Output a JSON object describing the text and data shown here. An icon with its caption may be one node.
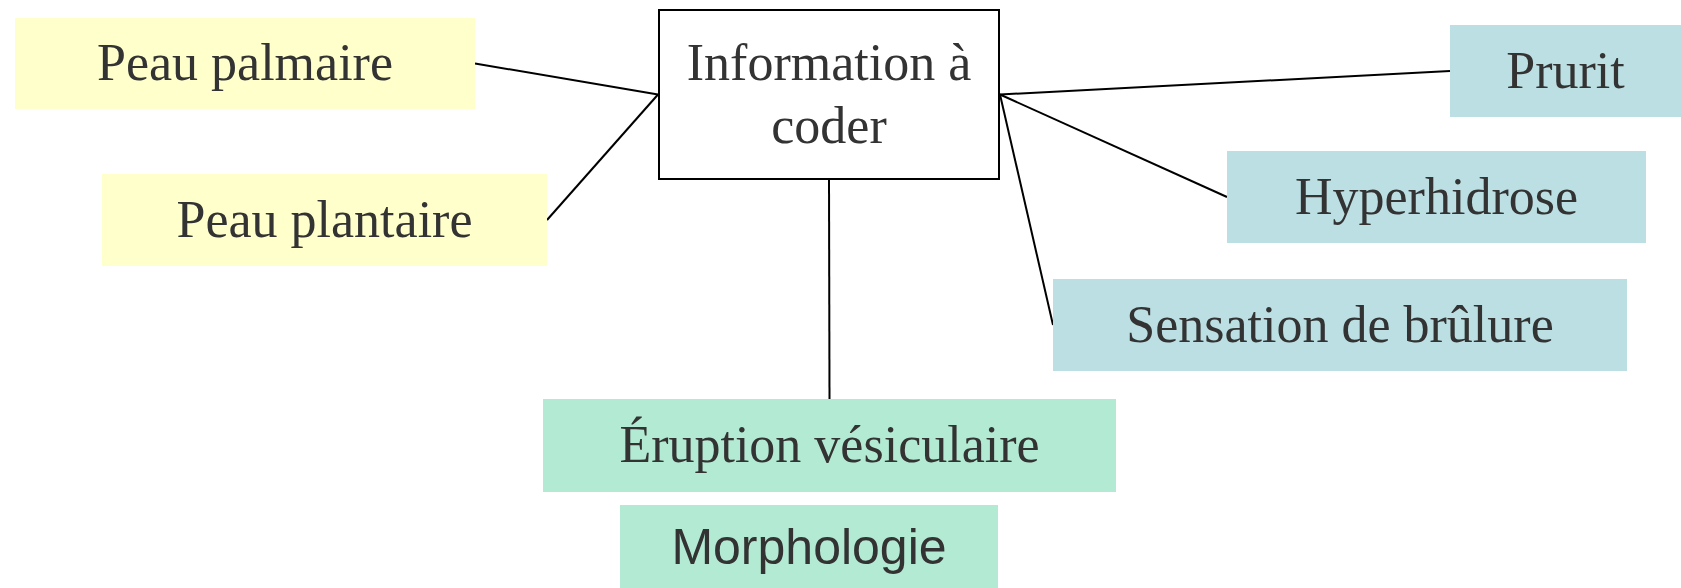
{
  "diagram": {
    "nodes": [
      {
        "text": [
          "Information à coder"
        ]
      },
      {
        "text": [
          "Peau palmaire"
        ]
      },
      {
        "text": [
          "Peau plantaire"
        ]
      },
      {
        "text": [
          "Prurit"
        ]
      },
      {
        "text": [
          "Hyperhidrose"
        ]
      },
      {
        "text": [
          "Sensation de brûlure"
        ]
      },
      {
        "text": [
          "Éruption vésiculaire"
        ]
      },
      {
        "text": [
          "Morphologie"
        ]
      }
    ],
    "edges": [
      {
        "from": 0,
        "to": 1,
        "arrow": "none"
      },
      {
        "from": 0,
        "to": 2,
        "arrow": "none"
      },
      {
        "from": 0,
        "to": 3,
        "arrow": "none"
      },
      {
        "from": 0,
        "to": 4,
        "arrow": "none"
      },
      {
        "from": 0,
        "to": 5,
        "arrow": "none"
      },
      {
        "from": 0,
        "to": 6,
        "arrow": "none"
      }
    ]
  }
}
